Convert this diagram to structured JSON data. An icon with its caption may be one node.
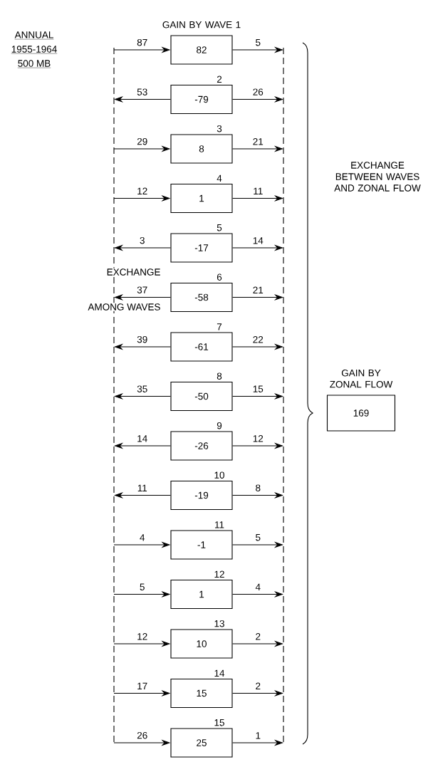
{
  "diagram": {
    "nodes": [
      {
        "text": [
          "GAIN BY WAVE 1",
          "82"
        ]
      },
      {
        "text": [
          "2",
          "-79"
        ]
      },
      {
        "text": [
          "3",
          "8"
        ]
      },
      {
        "text": [
          "4",
          "1"
        ]
      },
      {
        "text": [
          "5",
          "-17"
        ]
      },
      {
        "text": [
          "6",
          "-58"
        ]
      },
      {
        "text": [
          "7",
          "-61"
        ]
      },
      {
        "text": [
          "8",
          "-50"
        ]
      },
      {
        "text": [
          "9",
          "-26"
        ]
      },
      {
        "text": [
          "10",
          "-19"
        ]
      },
      {
        "text": [
          "11",
          "-1"
        ]
      },
      {
        "text": [
          "12",
          "1"
        ]
      },
      {
        "text": [
          "13",
          "10"
        ]
      },
      {
        "text": [
          "14",
          "15"
        ]
      },
      {
        "text": [
          "15",
          "25"
        ]
      },
      {
        "text": [
          "GAIN BY ZONAL FLOW",
          "169"
        ]
      },
      {
        "text": [],
        "shape": "bar"
      },
      {
        "text": [],
        "shape": "bar"
      }
    ],
    "edges": [
      {
        "from": 16,
        "to": 0,
        "arrow": "to",
        "label": "87"
      },
      {
        "from": 0,
        "to": 17,
        "arrow": "to",
        "label": "5"
      },
      {
        "from": 1,
        "to": 16,
        "arrow": "to",
        "label": "53"
      },
      {
        "from": 1,
        "to": 17,
        "arrow": "to",
        "label": "26"
      },
      {
        "from": 16,
        "to": 2,
        "arrow": "to",
        "label": "29"
      },
      {
        "from": 2,
        "to": 17,
        "arrow": "to",
        "label": "21"
      },
      {
        "from": 16,
        "to": 3,
        "arrow": "to",
        "label": "12"
      },
      {
        "from": 3,
        "to": 17,
        "arrow": "to",
        "label": "11"
      },
      {
        "from": 4,
        "to": 16,
        "arrow": "to",
        "label": "3"
      },
      {
        "from": 4,
        "to": 17,
        "arrow": "to",
        "label": "14"
      },
      {
        "from": 5,
        "to": 16,
        "arrow": "to",
        "label": "37"
      },
      {
        "from": 5,
        "to": 17,
        "arrow": "to",
        "label": "21"
      },
      {
        "from": 6,
        "to": 16,
        "arrow": "to",
        "label": "39"
      },
      {
        "from": 6,
        "to": 17,
        "arrow": "to",
        "label": "22"
      },
      {
        "from": 7,
        "to": 16,
        "arrow": "to",
        "label": "35"
      },
      {
        "from": 7,
        "to": 17,
        "arrow": "to",
        "label": "15"
      },
      {
        "from": 8,
        "to": 16,
        "arrow": "to",
        "label": "14"
      },
      {
        "from": 8,
        "to": 17,
        "arrow": "to",
        "label": "12"
      },
      {
        "from": 9,
        "to": 16,
        "arrow": "to",
        "label": "11"
      },
      {
        "from": 9,
        "to": 17,
        "arrow": "to",
        "label": "8"
      },
      {
        "from": 16,
        "to": 10,
        "arrow": "to",
        "label": "4"
      },
      {
        "from": 10,
        "to": 17,
        "arrow": "to",
        "label": "5"
      },
      {
        "from": 16,
        "to": 11,
        "arrow": "to",
        "label": "5"
      },
      {
        "from": 11,
        "to": 17,
        "arrow": "to",
        "label": "4"
      },
      {
        "from": 16,
        "to": 12,
        "arrow": "to",
        "label": "12"
      },
      {
        "from": 12,
        "to": 17,
        "arrow": "to",
        "label": "2"
      },
      {
        "from": 16,
        "to": 13,
        "arrow": "to",
        "label": "17"
      },
      {
        "from": 13,
        "to": 17,
        "arrow": "to",
        "label": "2"
      },
      {
        "from": 16,
        "to": 14,
        "arrow": "to",
        "label": "26"
      },
      {
        "from": 14,
        "to": 17,
        "arrow": "to",
        "label": "1"
      }
    ],
    "labels": [
      "ANNUAL",
      "1955-1964",
      "500 MB",
      "EXCHANGE",
      "AMONG WAVES",
      "EXCHANGE BETWEEN WAVES AND ZONAL FLOW"
    ]
  }
}
